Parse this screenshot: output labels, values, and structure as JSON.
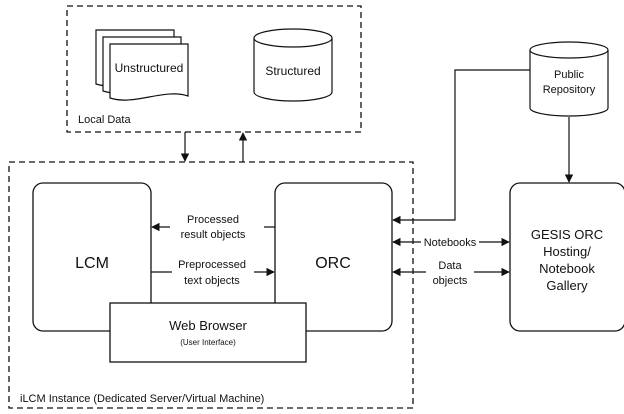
{
  "local_data": {
    "label": "Local Data",
    "unstructured": "Unstructured",
    "structured": "Structured"
  },
  "public_repository": {
    "line1": "Public",
    "line2": "Repository"
  },
  "ilcm_instance": {
    "label": "iLCM Instance (Dedicated Server/Virtual Machine)"
  },
  "lcm": {
    "label": "LCM"
  },
  "orc": {
    "label": "ORC"
  },
  "web_browser": {
    "label": "Web Browser",
    "sublabel": "(User Interface)"
  },
  "gesis": {
    "line1": "GESIS ORC",
    "line2": "Hosting/",
    "line3": "Notebook",
    "line4": "Gallery"
  },
  "edges": {
    "processed_line1": "Processed",
    "processed_line2": "result objects",
    "preprocessed_line1": "Preprocessed",
    "preprocessed_line2": "text objects",
    "notebooks": "Notebooks",
    "data_line1": "Data",
    "data_line2": "objects"
  }
}
